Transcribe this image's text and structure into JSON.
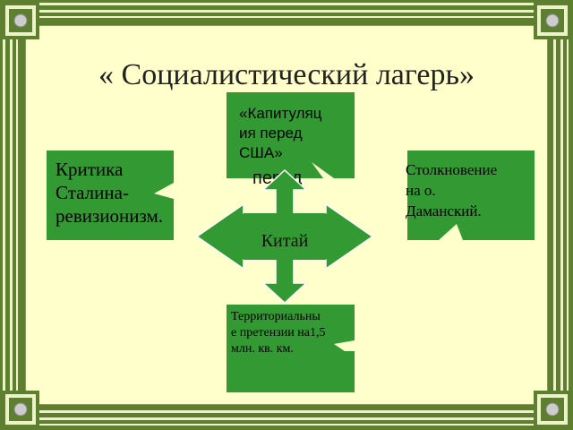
{
  "title": "« Социалистический лагерь»",
  "center": {
    "label": "Китай"
  },
  "boxes": {
    "top": "«Капитуляц\nия перед\nСША»",
    "left": "Критика\nСталина-\nревизионизм.",
    "right": "Столкновение\nна о.\nДаманский.",
    "bottom": "Территориальны\nе претензии на1,5\nмлн. кв. км."
  },
  "overlap_text": "перед",
  "colors": {
    "background": "#ffffcc",
    "box": "#339933",
    "frame_outer": "#5e7f2f",
    "frame_inner": "#eef2c8",
    "arrow": "#339933"
  }
}
